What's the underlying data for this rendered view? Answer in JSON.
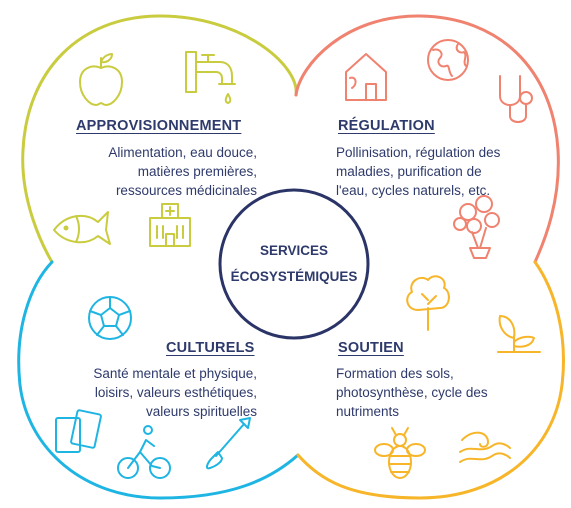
{
  "center": {
    "line1": "SERVICES",
    "line2": "ÉCOSYSTÉMIQUES"
  },
  "quadrants": {
    "provisioning": {
      "title": "APPROVISIONNEMENT",
      "lines": [
        "Alimentation, eau douce,",
        "matières premières,",
        "ressources médicinales"
      ],
      "color": "#c9cc3f",
      "icons": [
        "apple-icon",
        "water-tap-icon",
        "fish-icon",
        "hospital-icon"
      ]
    },
    "regulation": {
      "title": "RÉGULATION",
      "lines": [
        "Pollinisation, régulation des",
        "maladies, purification de",
        "l'eau, cycles naturels, etc."
      ],
      "color": "#f08270",
      "icons": [
        "house-icon",
        "globe-icon",
        "stethoscope-icon",
        "flowers-icon"
      ]
    },
    "cultural": {
      "title": "CULTURELS",
      "lines": [
        "Santé mentale et physique,",
        "loisirs, valeurs esthétiques,",
        "valeurs spirituelles"
      ],
      "color": "#1fb5e3",
      "icons": [
        "soccer-ball-icon",
        "books-icon",
        "cyclist-icon",
        "paintbrush-icon"
      ]
    },
    "support": {
      "title": "SOUTIEN",
      "lines": [
        "Formation des sols,",
        "photosynthèse, cycle des",
        "nutriments"
      ],
      "color": "#f7b529",
      "icons": [
        "tree-icon",
        "seedling-icon",
        "bee-icon",
        "waves-icon"
      ]
    }
  },
  "center_ring_color": "#2b3467",
  "text_color": "#2e3a6b"
}
